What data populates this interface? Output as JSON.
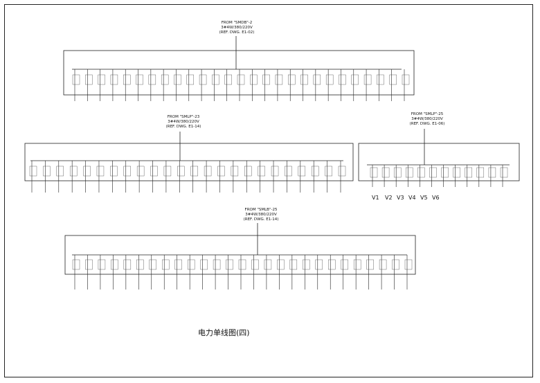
{
  "title": "电力单线图(四)",
  "panels": [
    {
      "from": "FROM \"SMDB\"-2",
      "volts": "3#4W/380/220V",
      "ref": "(REF. DWG. E1-02)"
    },
    {
      "from": "FROM \"SMLP\"-23",
      "volts": "3#4W/380/220V",
      "ref": "(REF. DWG. E1-14)"
    },
    {
      "from": "FROM \"SMLP\"-25",
      "volts": "3#4W/380/220V",
      "ref": "(REF. DWG. E1-06)"
    },
    {
      "from": "FROM \"SMLB\"-25",
      "volts": "3#4W/380/220V",
      "ref": "(REF. DWG. E1-14)"
    }
  ],
  "panel3_loads": [
    "V1",
    "V2",
    "V3",
    "V4",
    "V5",
    "V6"
  ]
}
